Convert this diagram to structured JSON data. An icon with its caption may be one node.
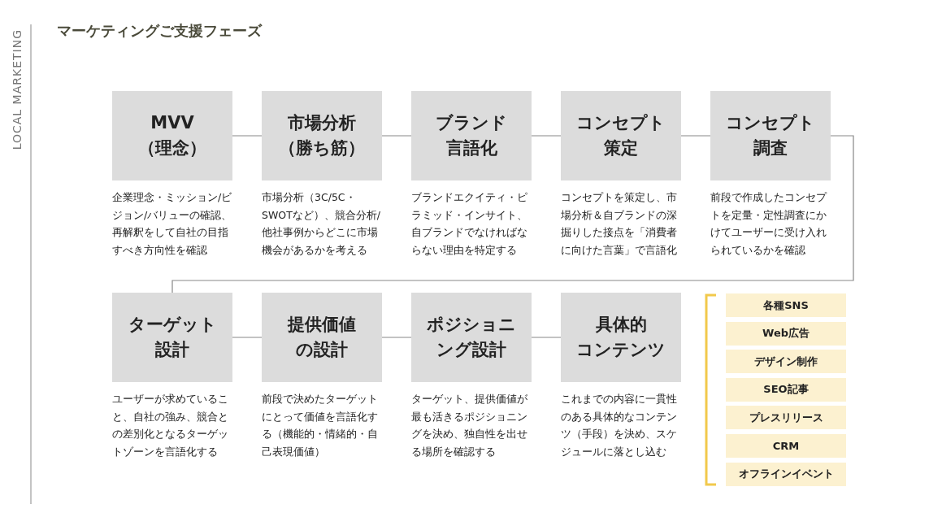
{
  "diagram": {
    "title": "マーケティングご支援フェーズ",
    "nodes": [
      {
        "text": [
          "MVV（理念）"
        ],
        "beside": [
          "企業理念・ミッション/ビジョン/バリューの確認、再解釈をして自社の目指すべき方向性を確認"
        ]
      },
      {
        "text": [
          "市場分析（勝ち筋）"
        ],
        "beside": [
          "市場分析（3C/5C・SWOTなど）、競合分析/他社事例からどこに市場機会があるかを考える"
        ]
      },
      {
        "text": [
          "ブランド言語化"
        ],
        "beside": [
          "ブランドエクイティ・ピラミッド・インサイト、自ブランドでなければならない理由を特定する"
        ]
      },
      {
        "text": [
          "コンセプト策定"
        ],
        "beside": [
          "コンセプトを策定し、市場分析＆自ブランドの深掘りした接点を「消費者に向けた言葉」で言語化"
        ]
      },
      {
        "text": [
          "コンセプト調査"
        ],
        "beside": [
          "前段で作成したコンセプトを定量・定性調査にかけてユーザーに受け入れられているかを確認"
        ]
      },
      {
        "text": [
          "ターゲット設計"
        ],
        "beside": [
          "ユーザーが求めていること、自社の強み、競合との差別化となるターゲットゾーンを言語化する"
        ]
      },
      {
        "text": [
          "提供価値の設計"
        ],
        "beside": [
          "前段で決めたターゲットにとって価値を言語化する（機能的・情緒的・自己表現価値）"
        ]
      },
      {
        "text": [
          "ポジショニング設計"
        ],
        "beside": [
          "ターゲット、提供価値が最も活きるポジショニングを決め、独自性を出せる場所を確認する"
        ]
      },
      {
        "text": [
          "具体的コンテンツ"
        ],
        "beside": [
          "これまでの内容に一貫性のある具体的なコンテンツ（手段）を決め、スケジュールに落とし込む"
        ]
      },
      {
        "text": [
          "各種SNS"
        ]
      },
      {
        "text": [
          "Web広告"
        ]
      },
      {
        "text": [
          "デザイン制作"
        ]
      },
      {
        "text": [
          "SEO記事"
        ]
      },
      {
        "text": [
          "プレスリリース"
        ]
      },
      {
        "text": [
          "CRM"
        ]
      },
      {
        "text": [
          "オフラインイベント"
        ]
      }
    ],
    "edges": [
      {
        "from": 0,
        "to": 1,
        "arrow": "none"
      },
      {
        "from": 1,
        "to": 2,
        "arrow": "none"
      },
      {
        "from": 2,
        "to": 3,
        "arrow": "none"
      },
      {
        "from": 3,
        "to": 4,
        "arrow": "none"
      },
      {
        "from": 4,
        "to": 5,
        "arrow": "none"
      },
      {
        "from": 5,
        "to": 6,
        "arrow": "none"
      },
      {
        "from": 6,
        "to": 7,
        "arrow": "none"
      },
      {
        "from": 7,
        "to": 8,
        "arrow": "none"
      }
    ],
    "labels": [
      "LOCAL MARKETING"
    ]
  }
}
